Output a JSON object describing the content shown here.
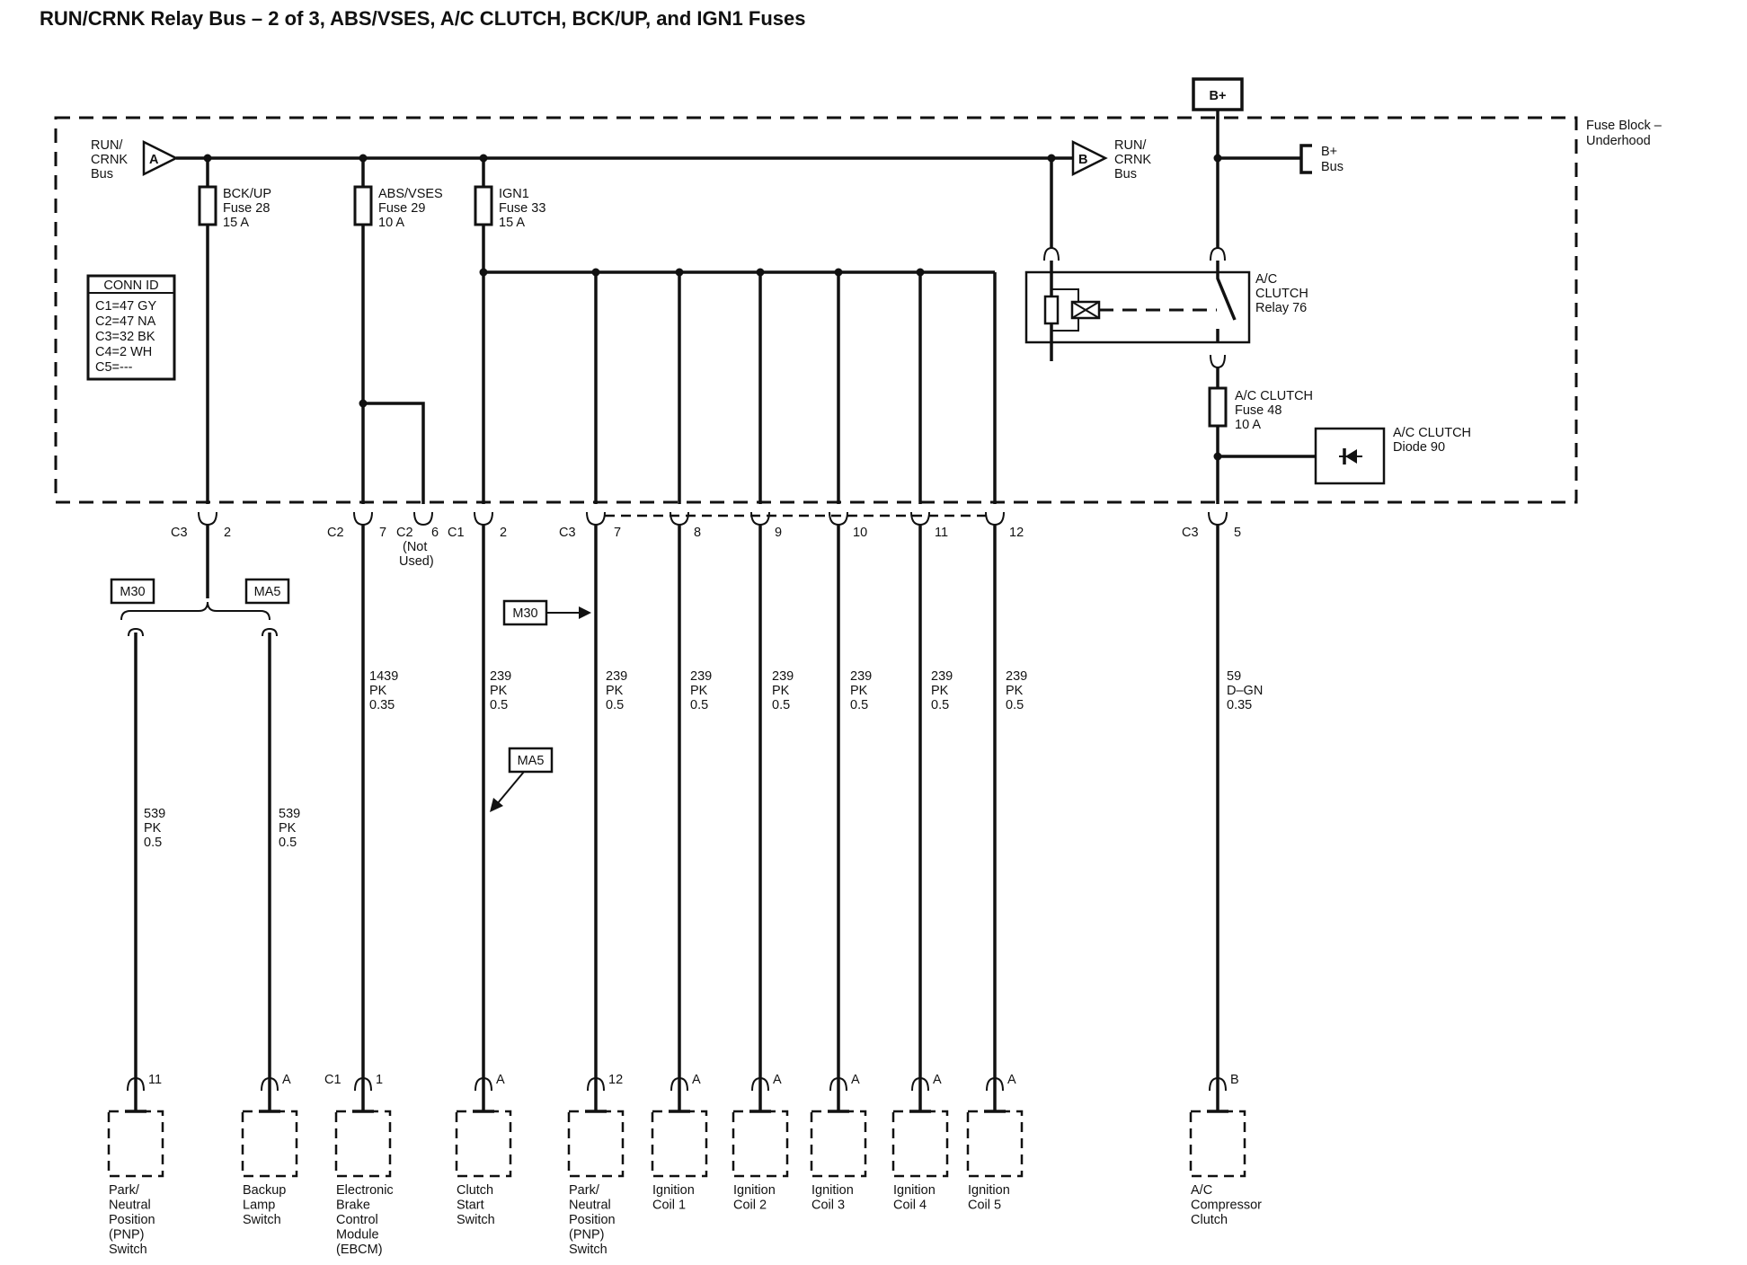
{
  "title": "RUN/CRNK Relay Bus – 2 of 3, ABS/VSES, A/C CLUTCH, BCK/UP, and IGN1 Fuses",
  "b_plus_box": "B+",
  "fuse_block": [
    "Fuse Block –",
    "Underhood"
  ],
  "bus_a": {
    "letter": "A",
    "label": [
      "RUN/",
      "CRNK",
      "Bus"
    ]
  },
  "bus_b": {
    "letter": "B",
    "label": [
      "RUN/",
      "CRNK",
      "Bus"
    ]
  },
  "b_plus_bus": [
    "B+",
    "Bus"
  ],
  "fuses": {
    "bckup": [
      "BCK/UP",
      "Fuse 28",
      "15 A"
    ],
    "absvses": [
      "ABS/VSES",
      "Fuse 29",
      "10 A"
    ],
    "ign1": [
      "IGN1",
      "Fuse 33",
      "15 A"
    ],
    "ac_clutch": [
      "A/C CLUTCH",
      "Fuse 48",
      "10 A"
    ]
  },
  "relay": [
    "A/C",
    "CLUTCH",
    "Relay 76"
  ],
  "diode": [
    "A/C CLUTCH",
    "Diode 90"
  ],
  "conn_id": {
    "header": "CONN ID",
    "rows": [
      "C1=47 GY",
      "C2=47 NA",
      "C3=32 BK",
      "C4=2 WH",
      "C5=---"
    ]
  },
  "connectors": {
    "c3_2": [
      "C3",
      "2"
    ],
    "c2_7": [
      "C2",
      "7"
    ],
    "c2_6": [
      "C2",
      "6"
    ],
    "not_used": [
      "(Not",
      "Used)"
    ],
    "c1_2": [
      "C1",
      "2"
    ],
    "c3_7": [
      "C3",
      "7"
    ],
    "pins": [
      "8",
      "9",
      "10",
      "11",
      "12"
    ],
    "c3_5": [
      "C3",
      "5"
    ]
  },
  "options": {
    "m30": "M30",
    "ma5": "MA5"
  },
  "wires": {
    "w539a": [
      "539",
      "PK",
      "0.5"
    ],
    "w539b": [
      "539",
      "PK",
      "0.5"
    ],
    "w1439": [
      "1439",
      "PK",
      "0.35"
    ],
    "w239": [
      "239",
      "PK",
      "0.5"
    ],
    "w59": [
      "59",
      "D–GN",
      "0.35"
    ]
  },
  "components": [
    {
      "pin": "11",
      "pin_prefix": "",
      "name": [
        "Park/",
        "Neutral",
        "Position",
        "(PNP)",
        "Switch"
      ]
    },
    {
      "pin": "A",
      "pin_prefix": "",
      "name": [
        "Backup",
        "Lamp",
        "Switch"
      ]
    },
    {
      "pin": "1",
      "pin_prefix": "C1",
      "name": [
        "Electronic",
        "Brake",
        "Control",
        "Module",
        "(EBCM)"
      ]
    },
    {
      "pin": "A",
      "pin_prefix": "",
      "name": [
        "Clutch",
        "Start",
        "Switch"
      ]
    },
    {
      "pin": "12",
      "pin_prefix": "",
      "name": [
        "Park/",
        "Neutral",
        "Position",
        "(PNP)",
        "Switch"
      ]
    },
    {
      "pin": "A",
      "pin_prefix": "",
      "name": [
        "Ignition",
        "Coil 1"
      ]
    },
    {
      "pin": "A",
      "pin_prefix": "",
      "name": [
        "Ignition",
        "Coil 2"
      ]
    },
    {
      "pin": "A",
      "pin_prefix": "",
      "name": [
        "Ignition",
        "Coil 3"
      ]
    },
    {
      "pin": "A",
      "pin_prefix": "",
      "name": [
        "Ignition",
        "Coil 4"
      ]
    },
    {
      "pin": "A",
      "pin_prefix": "",
      "name": [
        "Ignition",
        "Coil 5"
      ]
    },
    {
      "pin": "B",
      "pin_prefix": "",
      "name": [
        "A/C",
        "Compressor",
        "Clutch"
      ]
    }
  ]
}
